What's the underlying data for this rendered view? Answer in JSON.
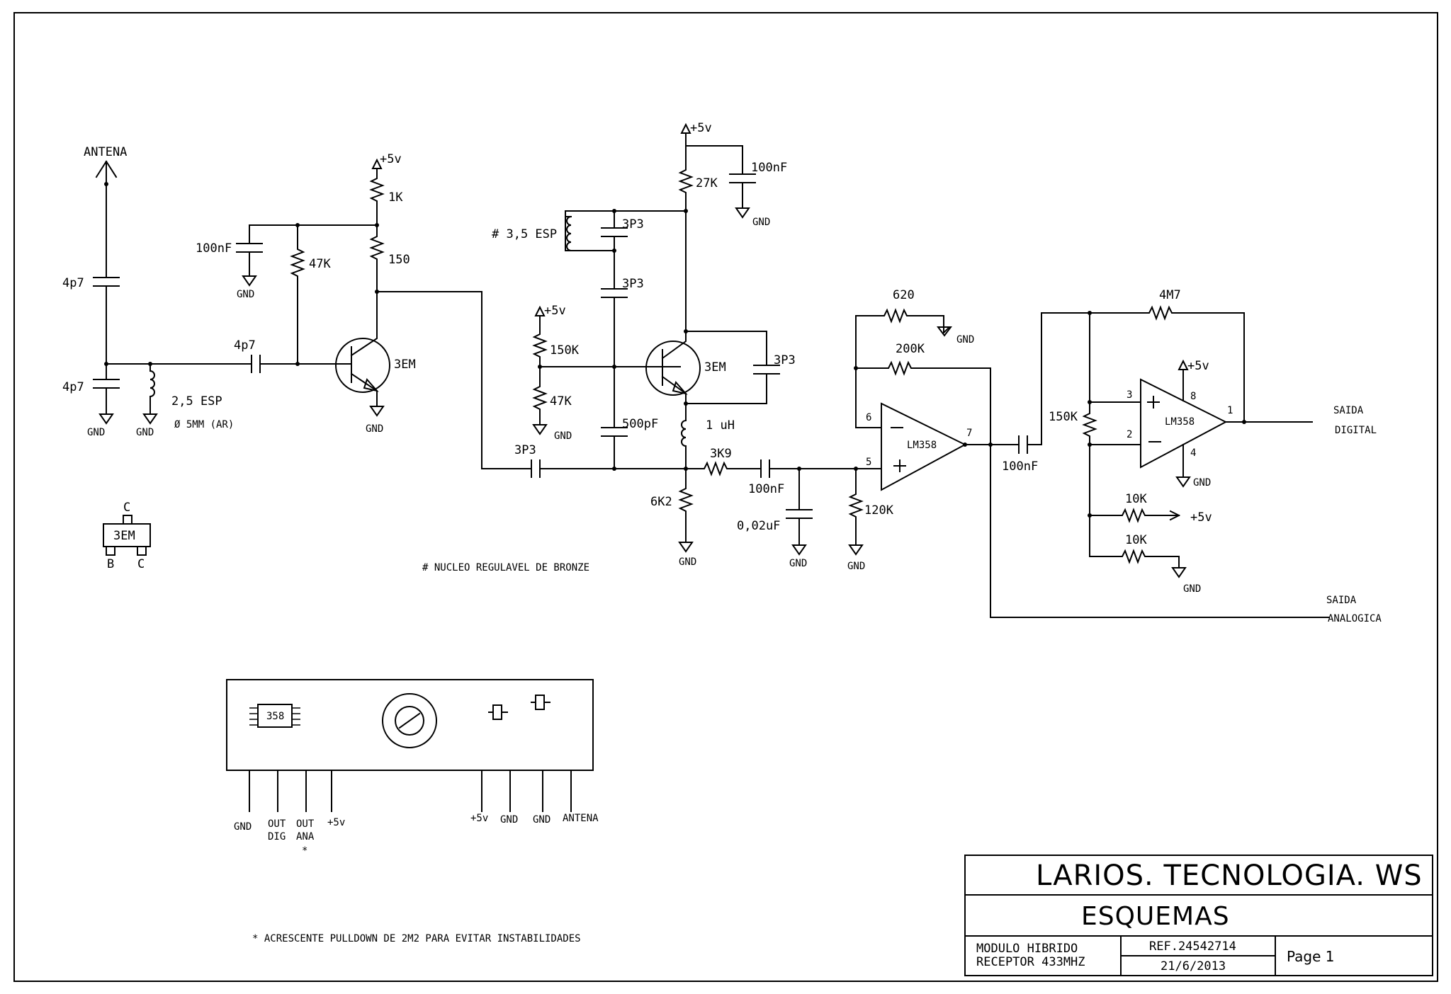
{
  "labels": {
    "antenna": "ANTENA",
    "c_4p7_top": "4p7",
    "c_4p7_bottom": "4p7",
    "gnd": "GND",
    "coil1": "2,5 ESP",
    "coil1_note": "Ø 5MM (AR)",
    "c_100nF_a": "100nF",
    "r_47k_a": "47K",
    "plus5_a": "+5v",
    "r_1k": "1K",
    "r_150": "150",
    "c_4p7_coupling": "4p7",
    "q1": "3EM",
    "coil2": "# 3,5 ESP",
    "c_3p3_a": "3P3",
    "c_3p3_b": "3P3",
    "plus5_b": "+5v",
    "r_150k_a": "150K",
    "r_47k_b": "47K",
    "c_500pF": "500pF",
    "c_3p3_c": "3P3",
    "plus5_c": "+5v",
    "r_27k": "27K",
    "c_100nF_b": "100nF",
    "q2": "3EM",
    "c_3p3_d": "3P3",
    "l_1uH": "1 uH",
    "r_3k9": "3K9",
    "c_100nF_c": "100nF",
    "r_6k2": "6K2",
    "c_002uF": "0,02uF",
    "r_120k": "120K",
    "r_620": "620",
    "r_200k": "200K",
    "opamp": "LM358",
    "pin6": "6",
    "pin5": "5",
    "pin7": "7",
    "c_100nF_d": "100nF",
    "r_4m7": "4M7",
    "plus5_d": "+5v",
    "pin3": "3",
    "pin2": "2",
    "pin8": "8",
    "pin4": "4",
    "pin1": "1",
    "r_150k_b": "150K",
    "r_10k_a": "10K",
    "r_10k_b": "10K",
    "plus5_e": "+5v",
    "out_digital_1": "SAIDA",
    "out_digital_2": "DIGITAL",
    "out_analog_1": "SAIDA",
    "out_analog_2": "ANALOGICA",
    "pkg_c_top": "C",
    "pkg_name": "3EM",
    "pkg_b": "B",
    "pkg_c_bottom": "C",
    "bronze_note": "# NUCLEO REGULAVEL DE BRONZE",
    "footnote": "* ACRESCENTE PULLDOWN DE 2M2 PARA EVITAR INSTABILIDADES"
  },
  "module": {
    "chip": "358",
    "pins_left": [
      "GND",
      "OUT",
      "OUT",
      "+5v"
    ],
    "pins_left_2": [
      "",
      "DIG",
      "ANA",
      ""
    ],
    "pin_star": "*",
    "pins_right": [
      "+5v",
      "GND",
      "GND",
      "ANTENA"
    ]
  },
  "title_block": {
    "company": "LARIOS. TECNOLOGIA. WS",
    "section": "ESQUEMAS",
    "desc_line1": "MODULO HIBRIDO",
    "desc_line2": "RECEPTOR 433MHZ",
    "ref": "REF.24542714",
    "date": "21/6/2013",
    "page": "Page 1"
  }
}
